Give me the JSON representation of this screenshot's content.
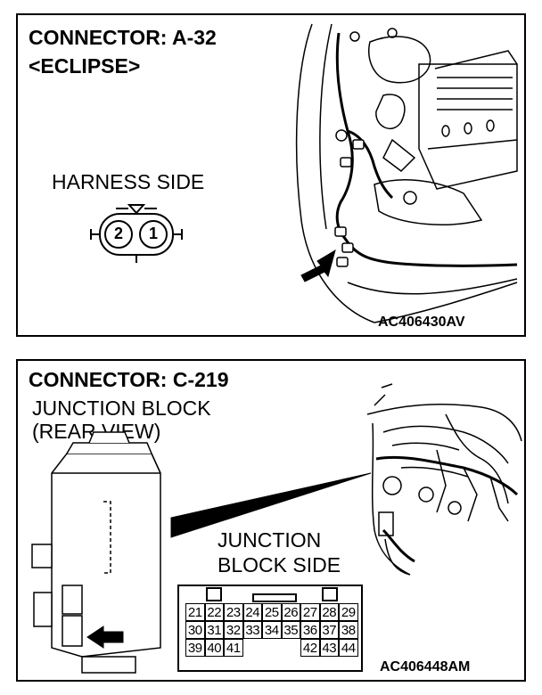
{
  "panel1": {
    "title": "CONNECTOR: A-32",
    "subtitle": "<ECLIPSE>",
    "view_label": "HARNESS SIDE",
    "pins": [
      "2",
      "1"
    ],
    "code": "AC406430AV"
  },
  "panel2": {
    "title": "CONNECTOR: C-219",
    "block_line1": "JUNCTION BLOCK",
    "block_line2": "(REAR VIEW)",
    "side_line1": "JUNCTION",
    "side_line2": "BLOCK SIDE",
    "pin_rows": [
      [
        "21",
        "22",
        "23",
        "24",
        "25",
        "26",
        "27",
        "28",
        "29"
      ],
      [
        "30",
        "31",
        "32",
        "33",
        "34",
        "35",
        "36",
        "37",
        "38"
      ],
      [
        "39",
        "40",
        "41",
        "",
        "",
        "",
        "42",
        "43",
        "44"
      ]
    ],
    "code": "AC406448AM"
  }
}
